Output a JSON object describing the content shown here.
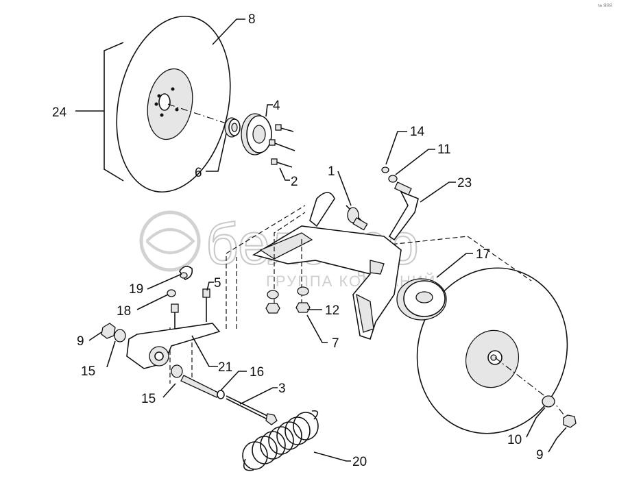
{
  "watermark": {
    "brand": "белагро",
    "tagline": "ГРУППА КОМПАНИЙ"
  },
  "corner_mark": "№ ЯЯЯ",
  "callouts": [
    {
      "id": "c8",
      "text": "8"
    },
    {
      "id": "c24",
      "text": "24"
    },
    {
      "id": "c4",
      "text": "4"
    },
    {
      "id": "c6",
      "text": "6"
    },
    {
      "id": "c2",
      "text": "2"
    },
    {
      "id": "c14",
      "text": "14"
    },
    {
      "id": "c11",
      "text": "11"
    },
    {
      "id": "c1",
      "text": "1"
    },
    {
      "id": "c23",
      "text": "23"
    },
    {
      "id": "c17",
      "text": "17"
    },
    {
      "id": "c19",
      "text": "19"
    },
    {
      "id": "c5",
      "text": "5"
    },
    {
      "id": "c18",
      "text": "18"
    },
    {
      "id": "c12",
      "text": "12"
    },
    {
      "id": "c7",
      "text": "7"
    },
    {
      "id": "c9a",
      "text": "9"
    },
    {
      "id": "c15a",
      "text": "15"
    },
    {
      "id": "c21",
      "text": "21"
    },
    {
      "id": "c16",
      "text": "16"
    },
    {
      "id": "c15b",
      "text": "15"
    },
    {
      "id": "c3",
      "text": "3"
    },
    {
      "id": "c10",
      "text": "10"
    },
    {
      "id": "c9b",
      "text": "9"
    },
    {
      "id": "c20",
      "text": "20"
    }
  ]
}
